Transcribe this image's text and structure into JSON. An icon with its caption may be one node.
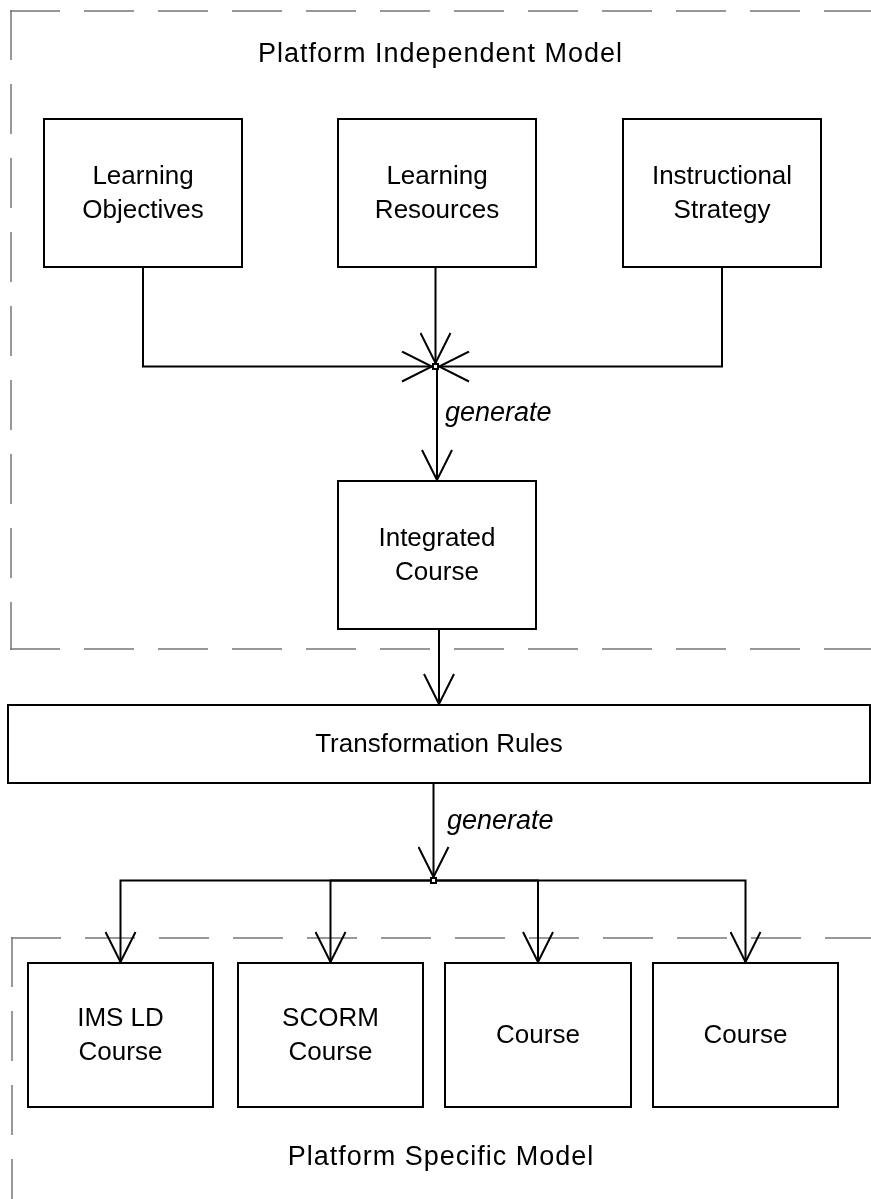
{
  "diagram": {
    "nodes": [
      {
        "text": [
          "Platform Independent Model"
        ]
      },
      {
        "text": [
          "Learning Objectives"
        ],
        "in": 0
      },
      {
        "text": [
          "Learning Resources"
        ],
        "in": 0
      },
      {
        "text": [
          "Instructional Strategy"
        ],
        "in": 0
      },
      {
        "text": [],
        "shape": "box",
        "in": 0
      },
      {
        "text": [
          "Integrated Course"
        ],
        "in": 0
      },
      {
        "text": [
          "Transformation Rules"
        ]
      },
      {
        "text": [],
        "shape": "box"
      },
      {
        "text": [
          "Platform Specific Model"
        ]
      },
      {
        "text": [
          "IMS LD Course"
        ],
        "in": 8
      },
      {
        "text": [
          "SCORM Course"
        ],
        "in": 8
      },
      {
        "text": [
          "Course"
        ],
        "in": 8
      },
      {
        "text": [
          "Course"
        ],
        "in": 8
      }
    ],
    "edges": [
      {
        "from": 1,
        "to": 4,
        "arrow": "to"
      },
      {
        "from": 2,
        "to": 4,
        "arrow": "to"
      },
      {
        "from": 3,
        "to": 4,
        "arrow": "to"
      },
      {
        "from": 4,
        "to": 5,
        "arrow": "to",
        "label": "generate"
      },
      {
        "from": 5,
        "to": 6,
        "arrow": "to"
      },
      {
        "from": 6,
        "to": 7,
        "arrow": "to",
        "label": "generate"
      },
      {
        "from": 7,
        "to": 9,
        "arrow": "to"
      },
      {
        "from": 7,
        "to": 10,
        "arrow": "to"
      },
      {
        "from": 7,
        "to": 11,
        "arrow": "to"
      },
      {
        "from": 7,
        "to": 12,
        "arrow": "to"
      }
    ]
  }
}
